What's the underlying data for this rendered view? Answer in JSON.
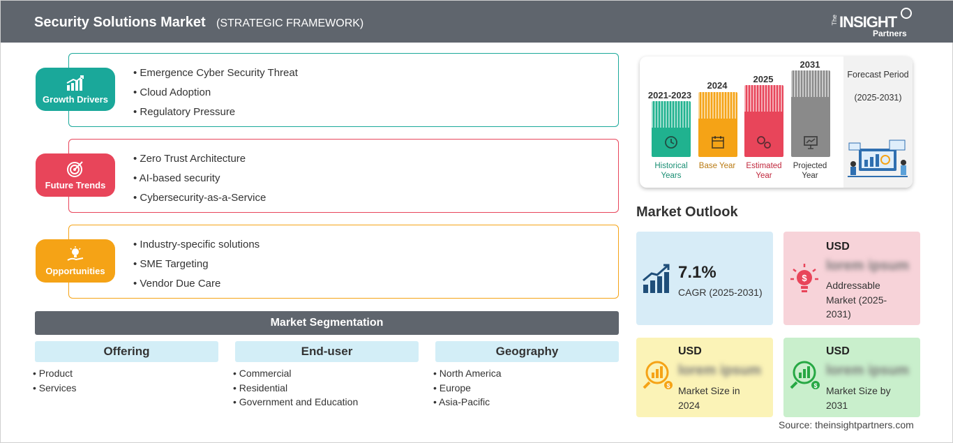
{
  "header": {
    "title": "Security Solutions Market",
    "subtitle": "(STRATEGIC FRAMEWORK)",
    "logo_the": "The",
    "logo_insight": "INSIGHT",
    "logo_partners": "Partners"
  },
  "framework": [
    {
      "label": "Growth Drivers",
      "color": "#1aa89a",
      "icon": "bar-chart-growth-icon",
      "items": [
        "Emergence Cyber Security Threat",
        "Cloud Adoption",
        "Regulatory Pressure"
      ]
    },
    {
      "label": "Future Trends",
      "color": "#e8455a",
      "icon": "target-icon",
      "items": [
        "Zero Trust Architecture",
        "AI-based security",
        "Cybersecurity-as-a-Service"
      ]
    },
    {
      "label": "Opportunities",
      "color": "#f5a316",
      "icon": "lightbulb-hand-icon",
      "items": [
        "Industry-specific solutions",
        "SME Targeting",
        "Vendor Due Care"
      ]
    }
  ],
  "segmentation": {
    "title": "Market Segmentation",
    "columns": [
      {
        "head": "Offering",
        "items": [
          "Product",
          "Services"
        ]
      },
      {
        "head": "End-user",
        "items": [
          "Commercial",
          "Residential",
          "Government and Education"
        ]
      },
      {
        "head": "Geography",
        "items": [
          "North America",
          "Europe",
          "Asia-Pacific"
        ]
      }
    ]
  },
  "timeline": {
    "bars": [
      {
        "year": "2021-2023",
        "label": "Historical Years",
        "color": "#20b28f",
        "year_color": "#1a8f74",
        "icon": "history-icon"
      },
      {
        "year": "2024",
        "label": "Base Year",
        "color": "#f5a316",
        "year_color": "#b97a12",
        "icon": "calendar-icon"
      },
      {
        "year": "2025",
        "label": "Estimated Year",
        "color": "#e8455a",
        "year_color": "#c0283d",
        "icon": "gears-icon"
      },
      {
        "year": "2031",
        "label": "Projected Year",
        "color": "#8a8a8a",
        "year_color": "#333333",
        "icon": "presentation-icon"
      }
    ],
    "forecast_title": "Forecast Period",
    "forecast_years": "(2025-2031)"
  },
  "outlook": {
    "title": "Market Outlook",
    "cagr": {
      "value": "7.1%",
      "label": "CAGR (2025-2031)",
      "bg": "#d7ecf7"
    },
    "addressable": {
      "usd": "USD",
      "value": "lorem ipsum",
      "label": "Addressable Market (2025-2031)",
      "bg": "#f7d3d9"
    },
    "size2024": {
      "usd": "USD",
      "value": "lorem ipsum",
      "label": "Market Size in 2024",
      "bg": "#fbf3b7"
    },
    "size2031": {
      "usd": "USD",
      "value": "lorem ipsum",
      "label": "Market Size by 2031",
      "bg": "#c9efcc"
    }
  },
  "source": "Source: theinsightpartners.com"
}
